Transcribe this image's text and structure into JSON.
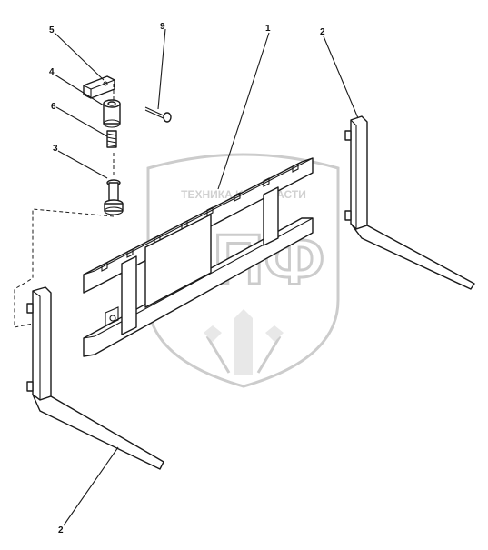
{
  "watermark": {
    "line1": "ТЕХНИКА И ЗАПЧАСТИ",
    "letters": "ЭПФ",
    "color": "#c8c8c8"
  },
  "callouts": [
    {
      "id": "callout-1",
      "number": "1"
    },
    {
      "id": "callout-2-top",
      "number": "2"
    },
    {
      "id": "callout-2-bottom",
      "number": "2"
    },
    {
      "id": "callout-3",
      "number": "3"
    },
    {
      "id": "callout-4",
      "number": "4"
    },
    {
      "id": "callout-5",
      "number": "5"
    },
    {
      "id": "callout-6",
      "number": "6"
    },
    {
      "id": "callout-9",
      "number": "9"
    }
  ],
  "colors": {
    "ink": "#1a1a1a",
    "background": "#ffffff"
  }
}
